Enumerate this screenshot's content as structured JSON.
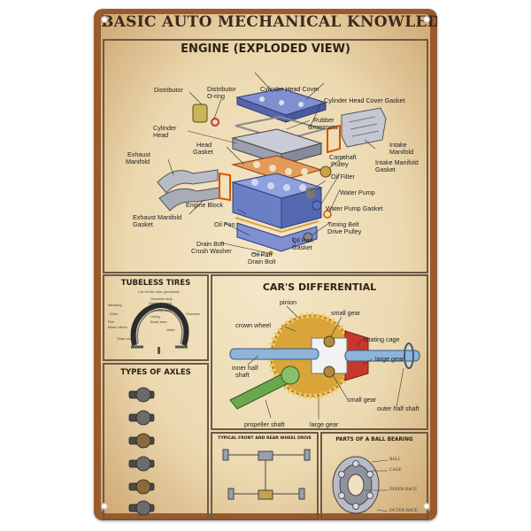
{
  "title": "BASIC AUTO MECHANICAL KNOWLEDGE",
  "engine": {
    "title": "ENGINE (EXPLODED VIEW)",
    "labels": {
      "distributor": "Distributor",
      "distributor_oring_1": "Distributor",
      "distributor_oring_2": "O-ring",
      "cyl_head_cover": "Cylinder Head Cover",
      "cyl_head_cover_gasket": "Cylinder Head Cover Gasket",
      "cylinder_head_1": "Cylinder",
      "cylinder_head_2": "Head",
      "rubber_grommets_1": "Rubber",
      "rubber_grommets_2": "Grommets",
      "intake_manifold_1": "Intake",
      "intake_manifold_2": "Manifold",
      "head_gasket_1": "Head",
      "head_gasket_2": "Gasket",
      "exhaust_manifold_1": "Exhaust",
      "exhaust_manifold_2": "Manifold",
      "camshaft_pulley_1": "Camshaft",
      "camshaft_pulley_2": "Pulley",
      "intake_manifold_gasket_1": "Intake Manifold",
      "intake_manifold_gasket_2": "Gasket",
      "oil_filter": "Oil Filter",
      "water_pump": "Water Pump",
      "engine_block": "Engine Block",
      "water_pump_gasket": "Water Pump Gasket",
      "exhaust_manifold_gasket_1": "Exhaust Manifold",
      "exhaust_manifold_gasket_2": "Gasket",
      "oil_pan": "Oil Pan",
      "timing_belt_1": "Timing Belt",
      "timing_belt_2": "Drive Pulley",
      "drain_bolt_washer_1": "Drain Bolt",
      "drain_bolt_washer_2": "Crush Washer",
      "oil_pan_gasket_1": "Oil Pan",
      "oil_pan_gasket_2": "Gasket",
      "oil_pan_drain_bolt_1": "Oil Pan",
      "oil_pan_drain_bolt_2": "Drain Bolt"
    }
  },
  "tires": {
    "title": "TUBELESS TIRES",
    "labels": {
      "l1": "Cut off the tube (provided)",
      "l2": "Shoulder strip",
      "l3": "Reinforcement",
      "l4": "Bleeding",
      "l5": "Fleeting arrow",
      "l6": "Shim",
      "l7": "Lining",
      "l8": "Bead area",
      "l9": "Rim",
      "l10": "Bead rubber",
      "l11": "Valve",
      "l12": "Shoulder",
      "l13": "Strap rim"
    }
  },
  "axles": {
    "title": "TYPES OF AXLES"
  },
  "differential": {
    "title": "CAR'S DIFFERENTIAL",
    "labels": {
      "pinion": "pinion",
      "small_gear_top": "small gear",
      "crown_wheel": "crown wheel",
      "rotating_cage": "rotating cage",
      "large_gear_right": "large gear",
      "inner_half_shaft_1": "inner half",
      "inner_half_shaft_2": "shaft",
      "small_gear_bottom": "small gear",
      "outer_half_shaft": "outer half shaft",
      "propeller_shaft": "propeller shaft",
      "large_gear_bottom": "large gear"
    }
  },
  "drive": {
    "title": "TYPICAL FRONT AND REAR WHEEL DRIVE"
  },
  "bearing": {
    "title": "PARTS OF A BALL BEARING",
    "labels": {
      "ball": "BALL",
      "cage": "CAGE",
      "inner_race": "INNER RACE",
      "outer_race": "OUTER RACE"
    }
  },
  "colors": {
    "frame": "#9a5a2c",
    "paper": "#f0e2c0",
    "ink": "#2c2218",
    "engine_blue": "#6a7fc4",
    "gear_gold": "#d9a43a",
    "shaft_green": "#6aa84f",
    "shaft_blue": "#8fb4d9",
    "cage_red": "#c8372b"
  }
}
